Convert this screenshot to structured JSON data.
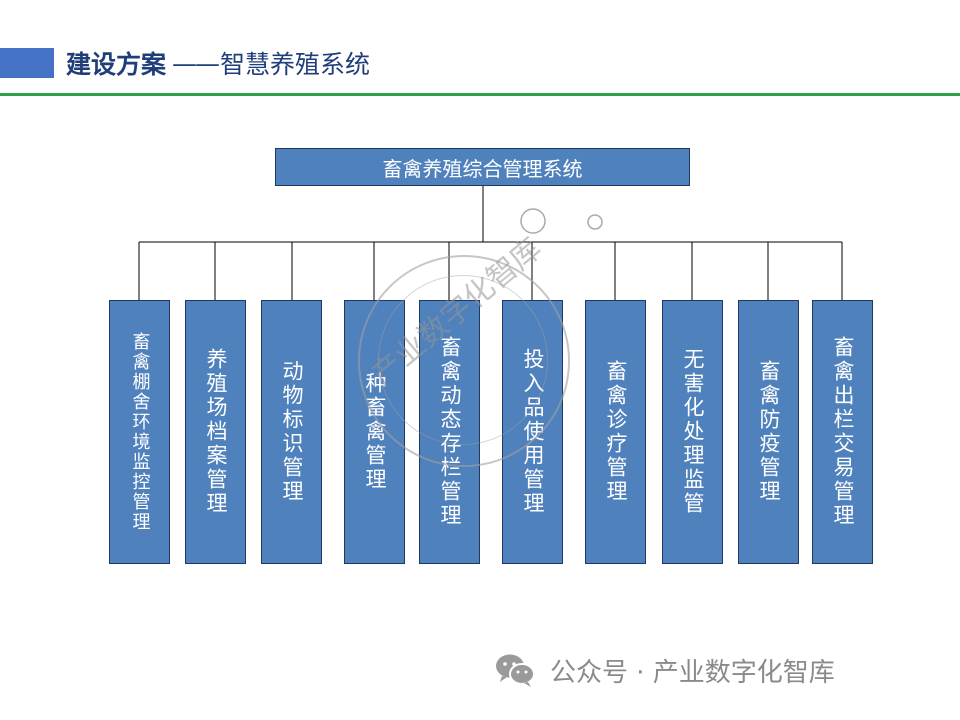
{
  "header": {
    "title_main": "建设方案",
    "title_dash": "——",
    "title_sub": "智慧养殖系统"
  },
  "root": {
    "label": "畜禽养殖综合管理系统"
  },
  "modules": [
    {
      "label": "畜禽棚舍环境监控管理"
    },
    {
      "label": "养殖场档案管理"
    },
    {
      "label": "动物标识管理"
    },
    {
      "label": "种畜禽管理"
    },
    {
      "label": "畜禽动态存栏管理"
    },
    {
      "label": "投入品使用管理"
    },
    {
      "label": "畜禽诊疗管理"
    },
    {
      "label": "无害化处理监管"
    },
    {
      "label": "畜禽防疫管理"
    },
    {
      "label": "畜禽出栏交易管理"
    }
  ],
  "watermark": {
    "text": "产业数字化智库"
  },
  "footer": {
    "text": "公众号 · 产业数字化智库",
    "icon": "wechat-icon"
  },
  "colors": {
    "box_fill": "#4f81bd",
    "box_border": "#1f3864",
    "rule": "#2ea24a",
    "title": "#1f3e7a"
  }
}
